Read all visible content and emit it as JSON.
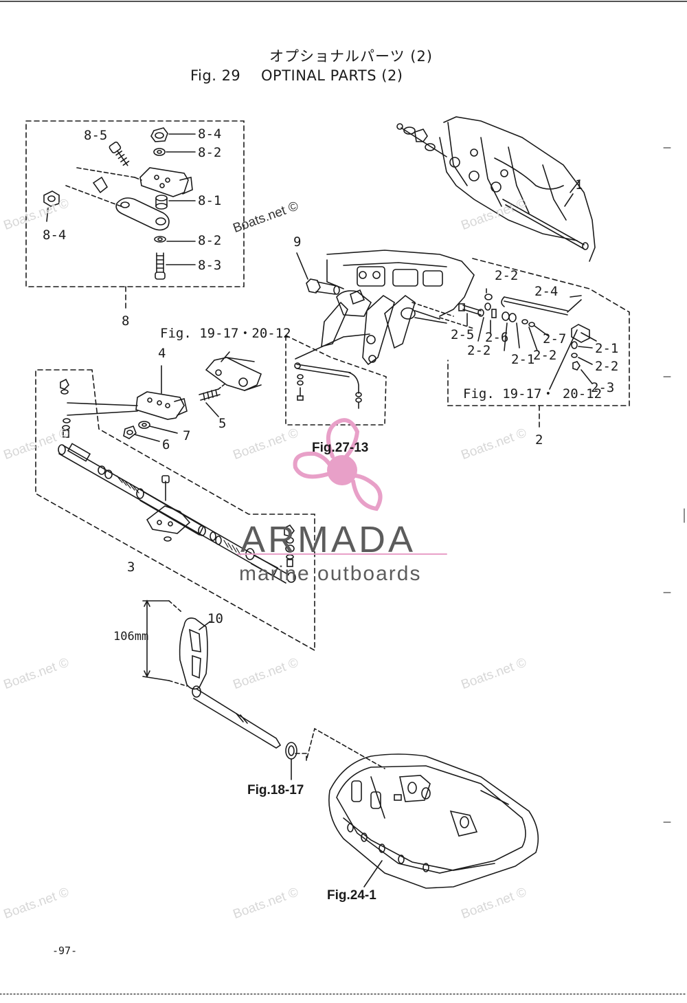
{
  "header": {
    "title_jp": "オプショナルパーツ (2)",
    "fig_label": "Fig. 29",
    "title_en": "OPTINAL PARTS (2)"
  },
  "labels": {
    "l8_5": "8-5",
    "l8_4a": "8-4",
    "l8_2a": "8-2",
    "l8_1": "8-1",
    "l8_2b": "8-2",
    "l8_3": "8-3",
    "l8_4b": "8-4",
    "l8": "8",
    "l9": "9",
    "l1": "1",
    "l2_2a": "2-2",
    "l2_4": "2-4",
    "l2_5": "2-5",
    "l2_6": "2-6",
    "l2_7": "2-7",
    "l2_1a": "2-1",
    "l2_2b": "2-2",
    "l2_1b": "2-1",
    "l2_2c": "2-2",
    "l2_2d": "2-2",
    "l2_3": "2-3",
    "l2": "2",
    "l4": "4",
    "l5": "5",
    "l6": "6",
    "l7": "7",
    "l3": "3",
    "l10": "10",
    "dim": "106mm"
  },
  "refs": {
    "fig19a": "Fig. 19-17・20-12",
    "fig19b": "Fig. 19-17・ 20-12",
    "fig27": "Fig.27-13",
    "fig18": "Fig.18-17",
    "fig24": "Fig.24-1"
  },
  "watermark": {
    "text": "Boats.net ©",
    "logo_main": "ARMADA",
    "logo_sub": "marine outboards",
    "logo_color": "#e8a0c8"
  },
  "footer": {
    "page_number": "-97-"
  }
}
